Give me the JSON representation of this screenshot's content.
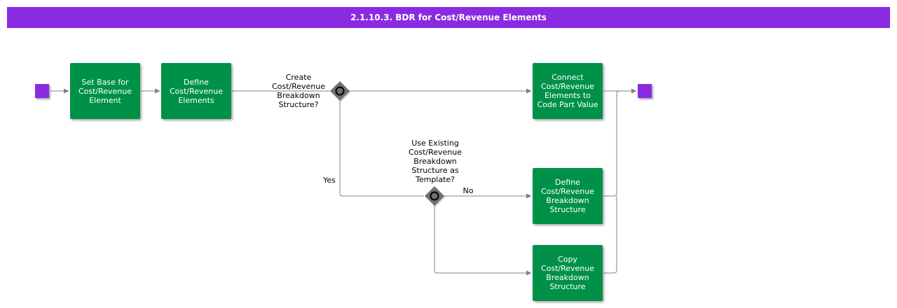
{
  "title": "2.1.10.3. BDR for Cost/Revenue Elements",
  "tasks": {
    "set_base": "Set Base for\nCost/Revenue\nElement",
    "define_elements": "Define\nCost/Revenue\nElements",
    "connect": "Connect\nCost/Revenue\nElements to\nCode Part Value",
    "define_structure": "Define\nCost/Revenue\nBreakdown\nStructure",
    "copy_structure": "Copy\nCost/Revenue\nBreakdown\nStructure"
  },
  "gateways": {
    "create_question": "Create\nCost/Revenue\nBreakdown\nStructure?",
    "use_existing_question": "Use Existing\nCost/Revenue\nBreakdown\nStructure as\nTemplate?"
  },
  "flow_labels": {
    "yes": "Yes",
    "no": "No"
  },
  "colors": {
    "header": "#8a2be2",
    "task": "#009148",
    "event": "#8a2be2",
    "gateway": "#707070",
    "connector": "#808080"
  }
}
